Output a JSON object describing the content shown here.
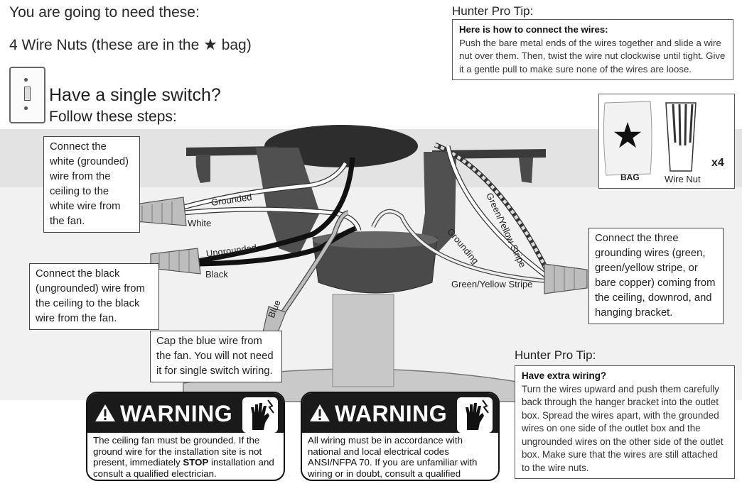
{
  "header": {
    "need_title": "You are going to need these:",
    "nuts_text_before": "4 Wire Nuts (these are in the",
    "nuts_star": "★",
    "nuts_text_after": "bag)",
    "single_switch": "Have a single switch?",
    "follow_steps": "Follow these steps:"
  },
  "tip_top": {
    "heading": "Hunter Pro Tip:",
    "bold": "Here is how to connect the wires:",
    "body": "Push the bare metal ends of the wires together and slide a wire nut over them. Then, twist the wire nut clockwise until tight. Give it a gentle pull to make sure none of the wires are loose."
  },
  "parts": {
    "bag_label": "BAG",
    "nut_label": "Wire Nut",
    "quantity": "x4"
  },
  "callouts": {
    "white": "Connect the white (grounded) wire from the ceiling to the white wire from the fan.",
    "black": "Connect the black (ungrounded) wire from the ceiling to the black wire from the fan.",
    "blue": "Cap the blue wire from the fan. You will not need it for single switch wiring.",
    "ground": "Connect the three grounding wires (green, green/yellow stripe, or bare copper) coming from the ceiling, downrod, and hanging bracket."
  },
  "wire_labels": {
    "grounded": "Grounded",
    "white": "White",
    "ungrounded": "Ungrounded",
    "black": "Black",
    "blue": "Blue",
    "grounding": "Grounding",
    "green_yellow_vertical": "Green/Yellow Stripe",
    "green_yellow": "Green/Yellow Stripe"
  },
  "tip_bottom": {
    "heading": "Hunter Pro Tip:",
    "bold": "Have extra wiring?",
    "body": "Turn the wires upward and push them carefully back through the hanger bracket into the outlet box. Spread the wires apart, with the grounded wires on one side of the outlet box and the ungrounded wires on the other side of the outlet box. Make sure that the wires are still attached to the wire nuts."
  },
  "warnings": [
    {
      "title": "WARNING",
      "body_before": "The ceiling fan must be grounded. If the ground wire for the installation site is not present, immediately ",
      "body_bold": "STOP",
      "body_after": " installation and consult a qualified electrician."
    },
    {
      "title": "WARNING",
      "body": "All wiring must be in accordance with national and local electrical codes ANSI/NFPA 70.  If you are unfamiliar with wiring or in doubt, consult a qualified electrician."
    }
  ],
  "icons": {
    "star": "star-icon",
    "switch": "light-switch-icon",
    "warning": "warning-triangle-icon",
    "shock": "electric-shock-hand-icon"
  }
}
